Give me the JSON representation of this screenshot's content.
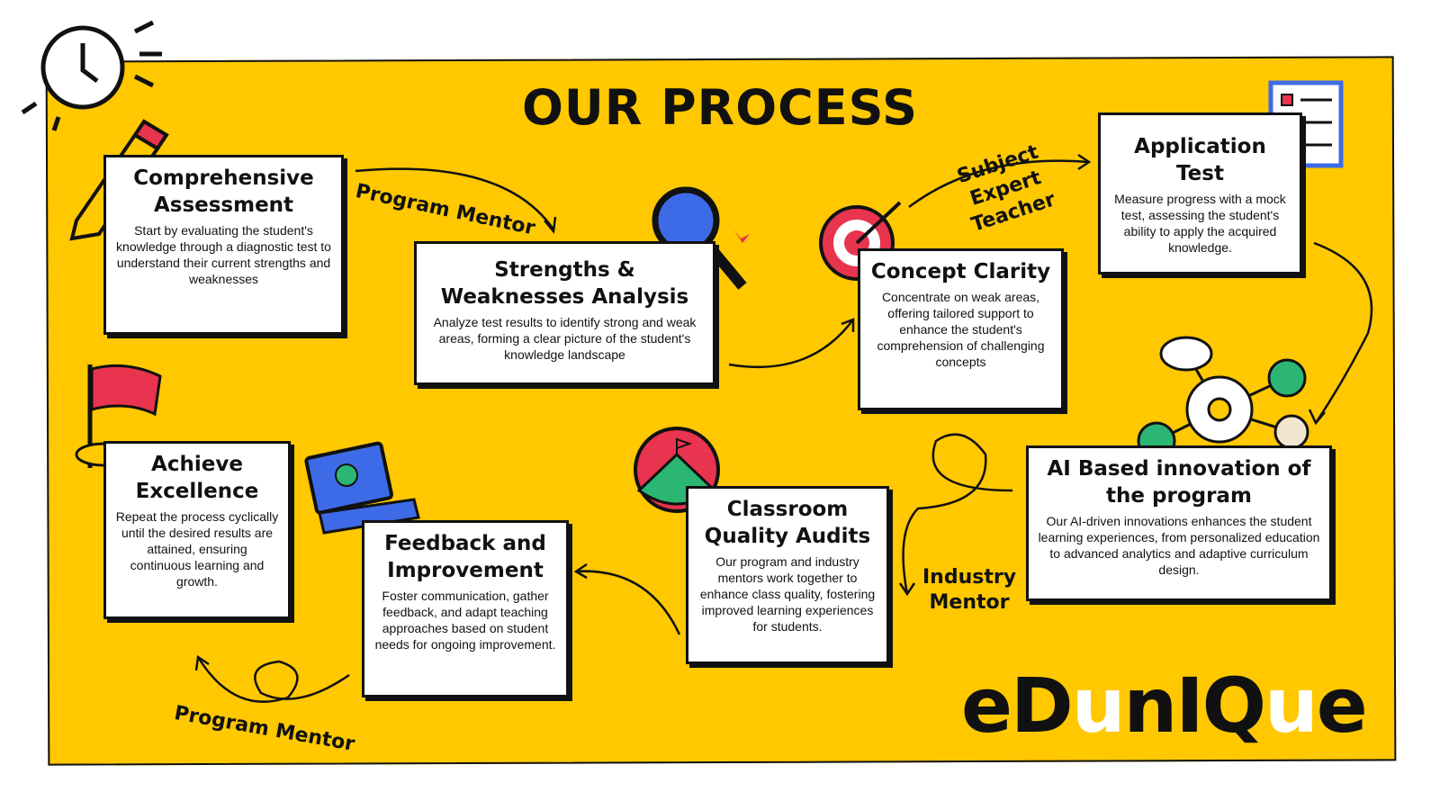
{
  "title": "OUR PROCESS",
  "steps": [
    {
      "title": "Comprehensive Assessment",
      "text": "Start by evaluating the student's knowledge through a diagnostic test to understand their current strengths and weaknesses"
    },
    {
      "title": "Strengths & Weaknesses Analysis",
      "text": "Analyze test results to identify strong and weak areas, forming a clear picture of the student's knowledge landscape"
    },
    {
      "title": "Concept Clarity",
      "text": "Concentrate on weak areas, offering tailored support to enhance the student's comprehension of challenging concepts"
    },
    {
      "title": "Application Test",
      "text": "Measure progress with a mock test, assessing the student's ability to apply the acquired knowledge."
    },
    {
      "title": "AI Based innovation of the program",
      "text": "Our AI-driven innovations enhances the student learning experiences, from personalized education to advanced analytics and adaptive curriculum design."
    },
    {
      "title": "Classroom Quality Audits",
      "text": "Our program and industry mentors work together to enhance class quality, fostering improved learning experiences for students."
    },
    {
      "title": "Feedback and Improvement",
      "text": "Foster communication, gather feedback, and adapt teaching approaches based on student needs for ongoing improvement."
    },
    {
      "title": "Achieve Excellence",
      "text": "Repeat the process cyclically until the desired results are attained, ensuring continuous learning and growth."
    }
  ],
  "roles": {
    "program_mentor_top": "Program Mentor",
    "subject_expert": "Subject Expert Teacher",
    "industry_mentor": "Industry Mentor",
    "program_mentor_bottom": "Program Mentor"
  },
  "logo": {
    "p1": "eD",
    "p2": "u",
    "p3": "nIQ",
    "p4": "u",
    "p5": "e",
    "full": "eduniQue"
  },
  "colors": {
    "background": "#FFC800",
    "accent_red": "#E8344E",
    "accent_green": "#2BB673",
    "accent_blue": "#3D6BE8"
  }
}
